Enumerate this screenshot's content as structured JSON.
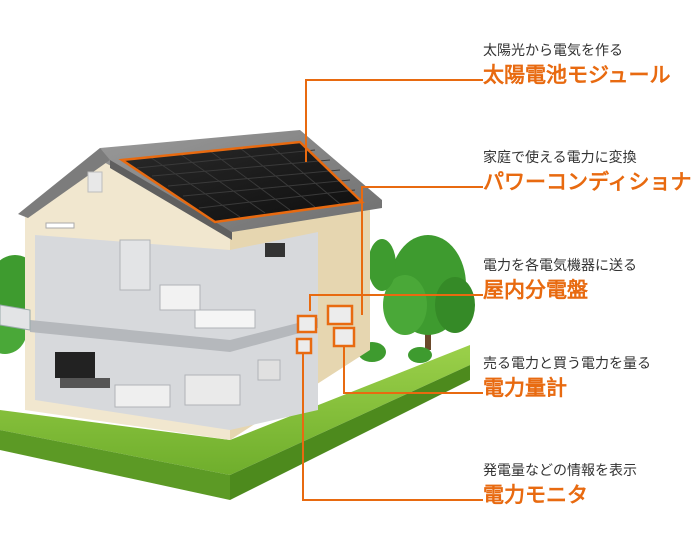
{
  "callouts": [
    {
      "description": "太陽光から電気を作る",
      "name": "太陽電池モジュール"
    },
    {
      "description": "家庭で使える電力に変換",
      "name": "パワーコンディショナ"
    },
    {
      "description": "電力を各電気機器に送る",
      "name": "屋内分電盤"
    },
    {
      "description": "売る電力と買う電力を量る",
      "name": "電力量計"
    },
    {
      "description": "発電量などの情報を表示",
      "name": "電力モニタ"
    }
  ],
  "colors": {
    "accent": "#e86a10",
    "text": "#333333",
    "roof": "#8c8c8c",
    "solar_panel": "#1a1a1a",
    "wall": "#f1e7cf",
    "lawn": "#8cc63f",
    "tree": "#3e9b2f"
  }
}
